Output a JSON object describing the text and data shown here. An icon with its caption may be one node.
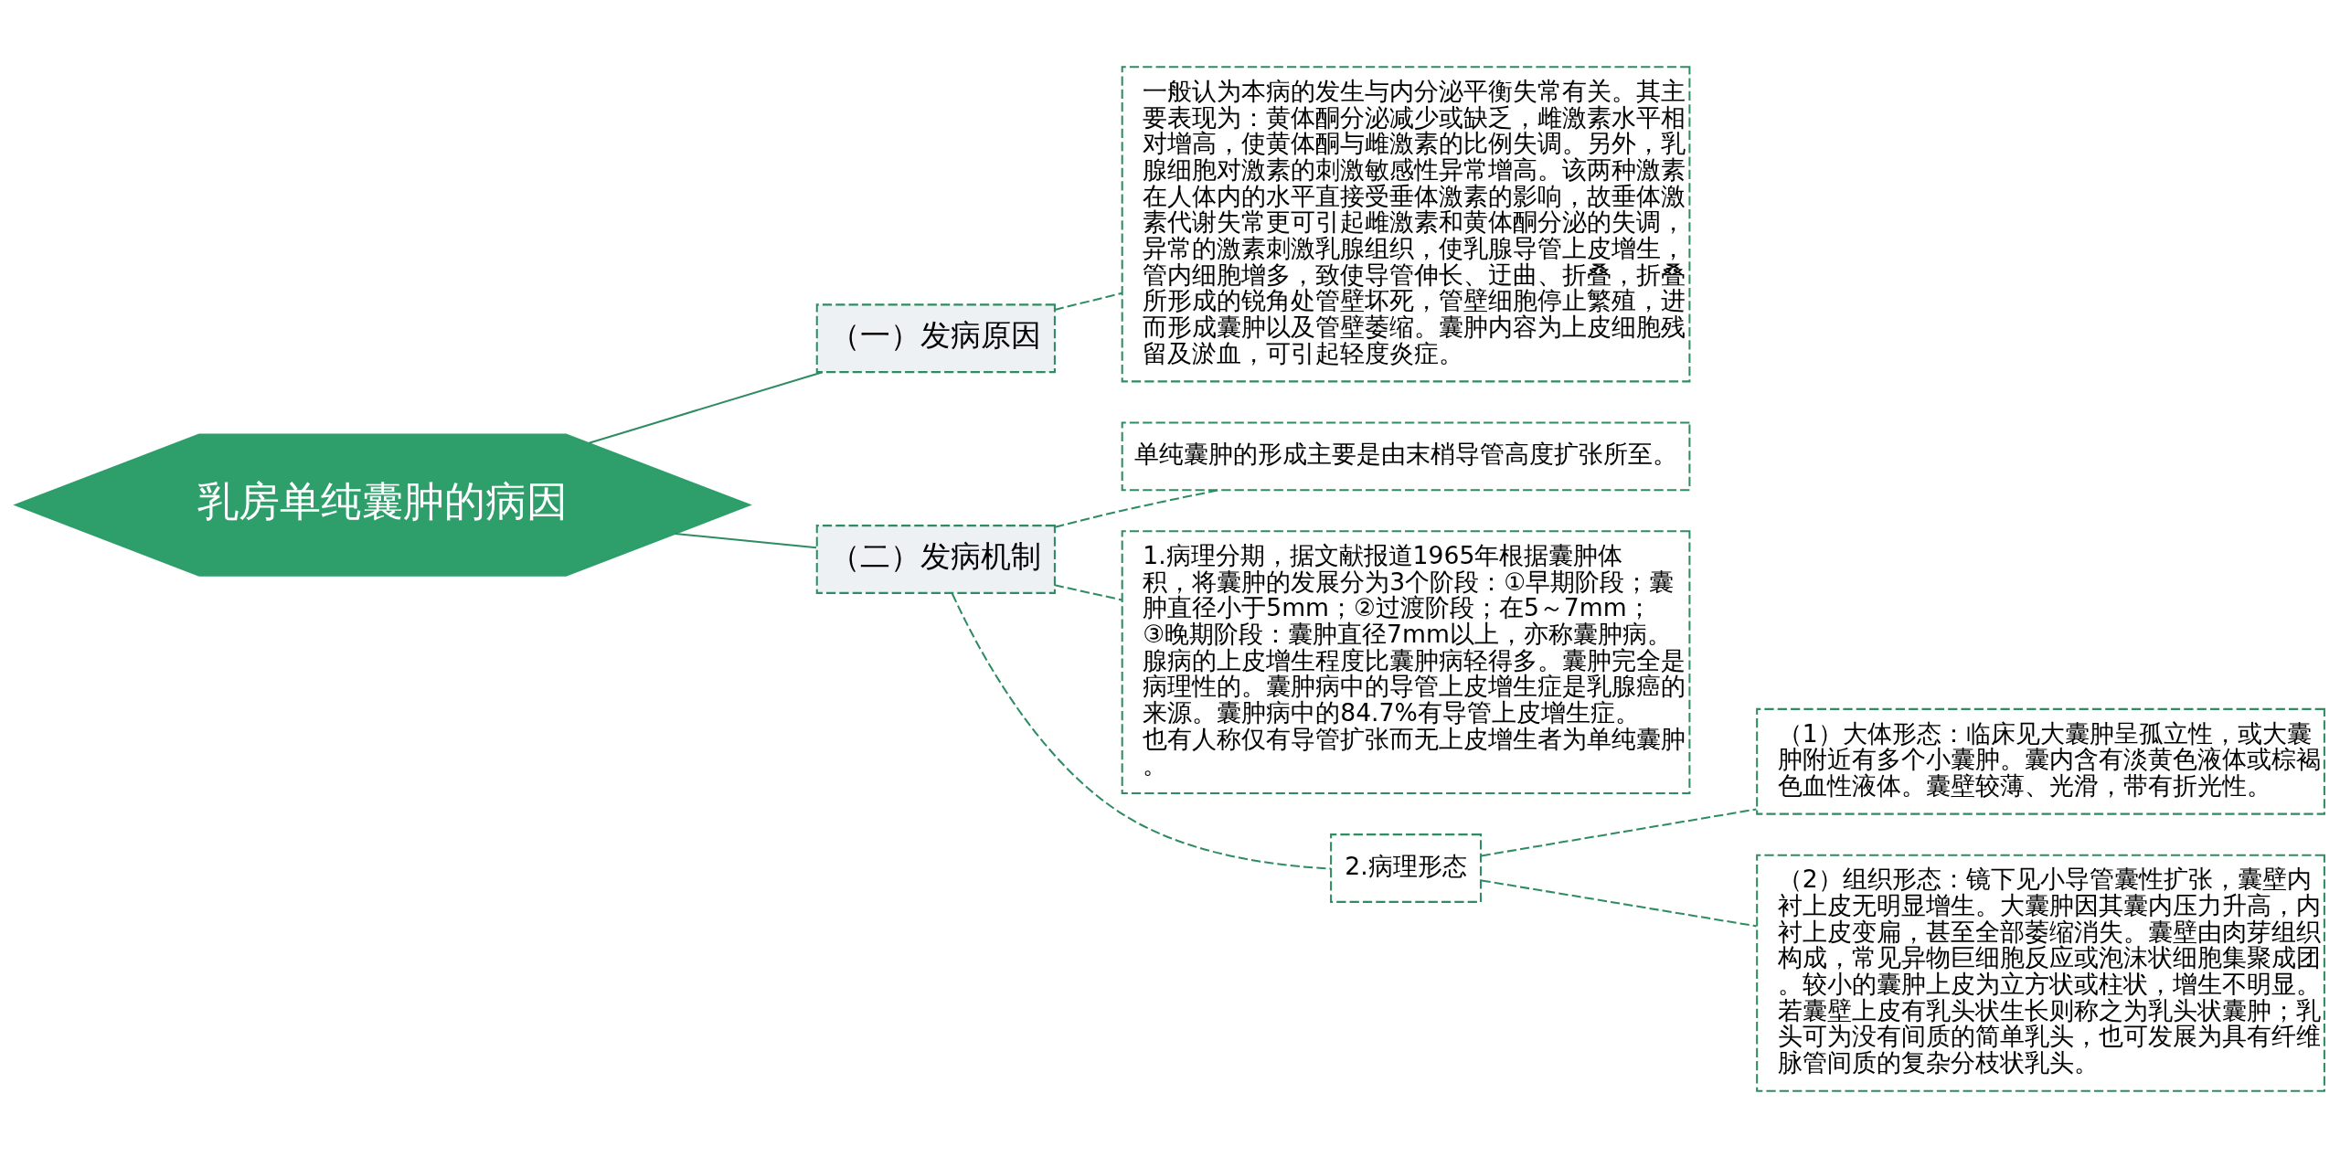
{
  "diagram": {
    "nodes": [
      {
        "text": [
          "乳房单纯囊肿的病因"
        ]
      },
      {
        "text": [
          "（一）发病原因"
        ]
      },
      {
        "text": [
          "一般认为本病的发生与内分泌平衡失常有关。其主要表现为：黄体酮分泌减少或缺乏，雌激素水平相对增高，使黄体酮与雌激素的比例失调。另外，乳腺细胞对激素的刺激敏感性异常增高。该两种激素在人体内的水平直接受垂体激素的影响，故垂体激素代谢失常更可引起雌激素和黄体酮分泌的失调，异常的激素刺激乳腺组织，使乳腺导管上皮增生，管内细胞增多，致使导管伸长、迂曲、折叠，折叠所形成的锐角处管壁坏死，管壁细胞停止繁殖，进而形成囊肿以及管壁萎缩。囊肿内容为上皮细胞残留及淤血，可引起轻度炎症。"
        ]
      },
      {
        "text": [
          "（二）发病机制"
        ]
      },
      {
        "text": [
          "单纯囊肿的形成主要是由末梢导管高度扩张所至。"
        ]
      },
      {
        "text": [
          "1.病理分期，据文献报道1965年根据囊肿体积，将囊肿的发展分为3个阶段：①早期阶段；囊肿直径小于5mm；②过渡阶段；在5～7mm；③晚期阶段：囊肿直径7mm以上，亦称囊肿病。腺病的上皮增生程度比囊肿病轻得多。囊肿完全是病理性的。囊肿病中的导管上皮增生症是乳腺癌的来源。囊肿病中的84.7%有导管上皮增生症。也有人称仅有导管扩张而无上皮增生者为单纯囊肿。"
        ]
      },
      {
        "text": [
          "2.病理形态"
        ]
      },
      {
        "text": [
          "（1）大体形态：临床见大囊肿呈孤立性，或大囊肿附近有多个小囊肿。囊内含有淡黄色液体或棕褐色血性液体。囊壁较薄、光滑，带有折光性。"
        ]
      },
      {
        "text": [
          "（2）组织形态：镜下见小导管囊性扩张，囊壁内衬上皮无明显增生。大囊肿因其囊内压力升高，内衬上皮变扁，甚至全部萎缩消失。囊壁由肉芽组织构成，常见异物巨细胞反应或泡沫状细胞集聚成团。较小的囊肿上皮为立方状或柱状，增生不明显。若囊壁上皮有乳头状生长则称之为乳头状囊肿；乳头可为没有间质的简单乳头，也可发展为具有纤维脉管间质的复杂分枝状乳头。"
        ]
      }
    ],
    "edges": [
      {
        "from": 0,
        "to": 1,
        "arrow": "none"
      },
      {
        "from": 1,
        "to": 2,
        "arrow": "none",
        "style": "dashed"
      },
      {
        "from": 0,
        "to": 3,
        "arrow": "none"
      },
      {
        "from": 3,
        "to": 4,
        "arrow": "none",
        "style": "dashed"
      },
      {
        "from": 3,
        "to": 5,
        "arrow": "none",
        "style": "dashed"
      },
      {
        "from": 3,
        "to": 6,
        "arrow": "none",
        "style": "dashed"
      },
      {
        "from": 6,
        "to": 7,
        "arrow": "none",
        "style": "dashed"
      },
      {
        "from": 6,
        "to": 8,
        "arrow": "none",
        "style": "dashed"
      }
    ]
  }
}
